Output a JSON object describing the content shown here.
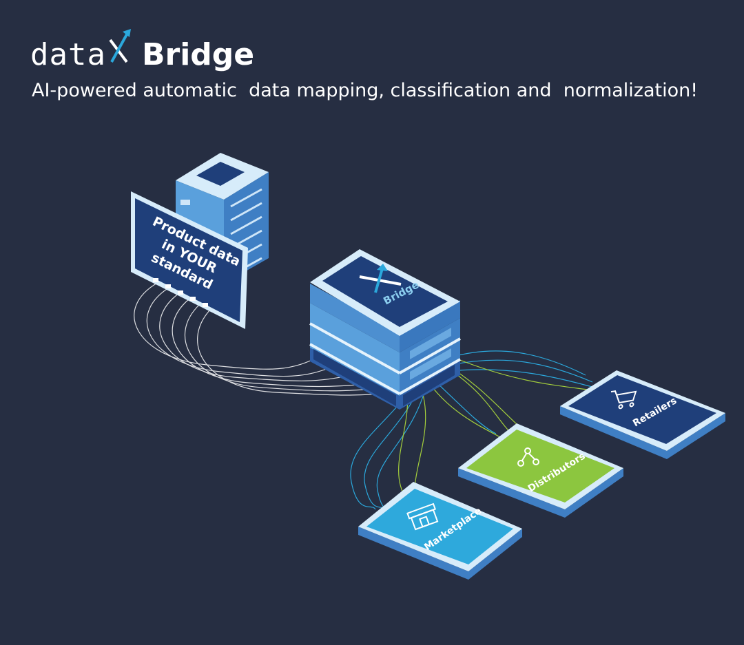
{
  "logo": {
    "prefix": "data",
    "name": "Bridge",
    "accent": "#2ba8dc"
  },
  "tagline": "AI-powered automatic  data mapping, classification and  normalization!",
  "source_panel": {
    "line1": "Product data",
    "line2": "in YOUR",
    "line3": "standard"
  },
  "hub_label": "Bridge",
  "destinations": [
    {
      "label": "Retailers",
      "icon": "cart-icon",
      "color": "#1f3f7a"
    },
    {
      "label": "Distributors",
      "icon": "network-icon",
      "color": "#8cc63f"
    },
    {
      "label": "Marketplace",
      "icon": "storefront-icon",
      "color": "#2ea9dc"
    }
  ],
  "colors": {
    "background": "#262e42",
    "cable_blue": "#2ba8dc",
    "cable_green": "#a4cf3c",
    "cable_white": "#ffffff"
  }
}
